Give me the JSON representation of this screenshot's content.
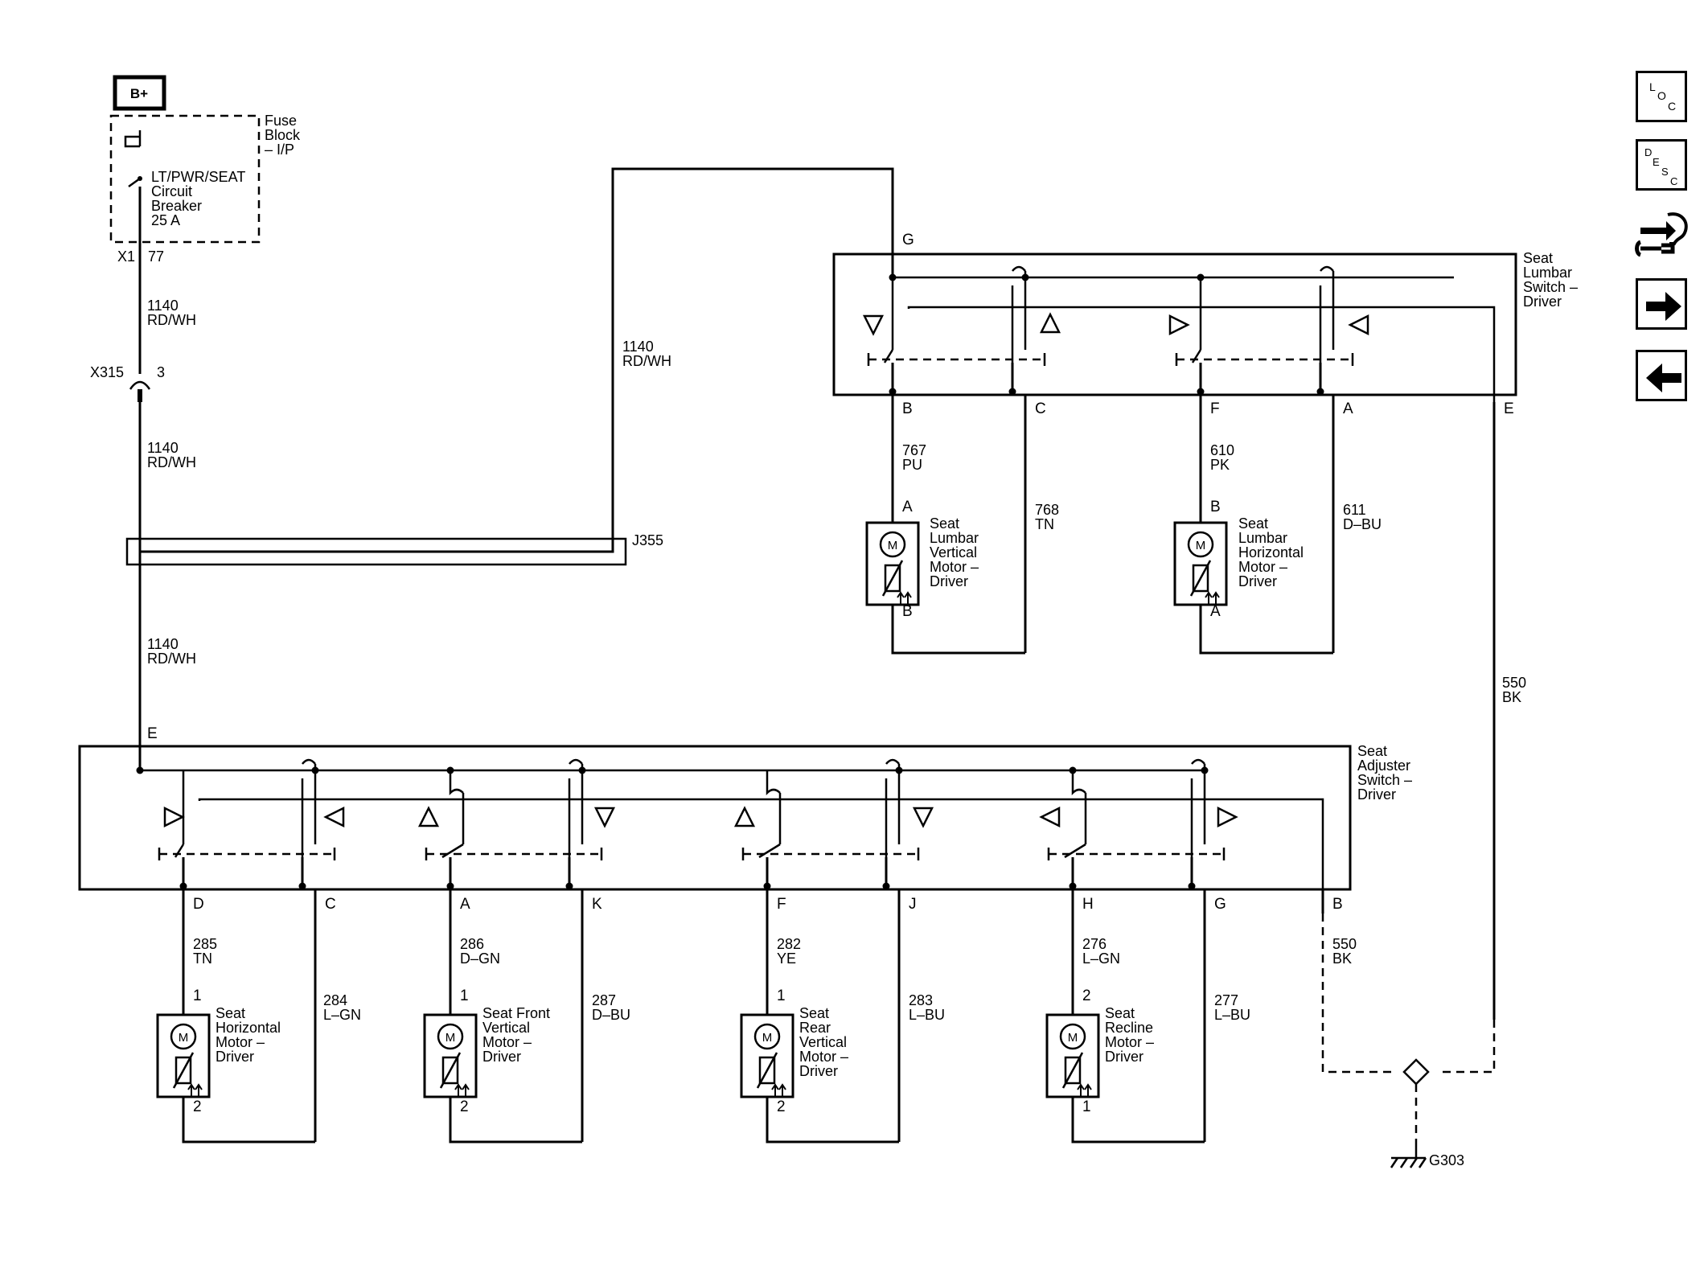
{
  "power": {
    "source": "B+"
  },
  "fuse_block": {
    "name_lines": [
      "Fuse",
      "Block",
      "– I/P"
    ],
    "breaker_lines": [
      "LT/PWR/SEAT",
      "Circuit",
      "Breaker",
      "25 A"
    ],
    "connector": "X1",
    "pin": "77"
  },
  "inline_connector": {
    "id": "X315",
    "pin": "3"
  },
  "splice": {
    "id": "J355"
  },
  "wires": {
    "feed_1": {
      "circuit": "1140",
      "color": "RD/WH"
    },
    "feed_2": {
      "circuit": "1140",
      "color": "RD/WH"
    },
    "feed_3": {
      "circuit": "1140",
      "color": "RD/WH"
    },
    "feed_lumbar": {
      "circuit": "1140",
      "color": "RD/WH"
    }
  },
  "lumbar_switch": {
    "name_lines": [
      "Seat",
      "Lumbar",
      "Switch –",
      "Driver"
    ],
    "input_pin": "G",
    "pins": [
      "B",
      "C",
      "F",
      "A",
      "E"
    ],
    "wires": [
      {
        "circuit": "767",
        "color": "PU"
      },
      {
        "circuit": "768",
        "color": "TN"
      },
      {
        "circuit": "610",
        "color": "PK"
      },
      {
        "circuit": "611",
        "color": "D–BU"
      },
      {
        "circuit": "550",
        "color": "BK"
      }
    ],
    "motors": [
      {
        "name_lines": [
          "Seat",
          "Lumbar",
          "Vertical",
          "Motor –",
          "Driver"
        ],
        "pin_top": "A",
        "pin_bottom": "B",
        "glyph": "M"
      },
      {
        "name_lines": [
          "Seat",
          "Lumbar",
          "Horizontal",
          "Motor –",
          "Driver"
        ],
        "pin_top": "B",
        "pin_bottom": "A",
        "glyph": "M"
      }
    ]
  },
  "adjuster_switch": {
    "name_lines": [
      "Seat",
      "Adjuster",
      "Switch –",
      "Driver"
    ],
    "input_pin": "E",
    "pins": [
      "D",
      "C",
      "A",
      "K",
      "F",
      "J",
      "H",
      "G",
      "B"
    ],
    "wires": [
      {
        "circuit": "285",
        "color": "TN"
      },
      {
        "circuit": "284",
        "color": "L–GN"
      },
      {
        "circuit": "286",
        "color": "D–GN"
      },
      {
        "circuit": "287",
        "color": "D–BU"
      },
      {
        "circuit": "282",
        "color": "YE"
      },
      {
        "circuit": "283",
        "color": "L–BU"
      },
      {
        "circuit": "276",
        "color": "L–GN"
      },
      {
        "circuit": "277",
        "color": "L–BU"
      },
      {
        "circuit": "550",
        "color": "BK"
      }
    ],
    "motors": [
      {
        "name_lines": [
          "Seat",
          "Horizontal",
          "Motor –",
          "Driver"
        ],
        "pin_top": "1",
        "pin_bottom": "2",
        "glyph": "M"
      },
      {
        "name_lines": [
          "Seat Front",
          "Vertical",
          "Motor –",
          "Driver"
        ],
        "pin_top": "1",
        "pin_bottom": "2",
        "glyph": "M"
      },
      {
        "name_lines": [
          "Seat",
          "Rear",
          "Vertical",
          "Motor –",
          "Driver"
        ],
        "pin_top": "1",
        "pin_bottom": "2",
        "glyph": "M"
      },
      {
        "name_lines": [
          "Seat",
          "Recline",
          "Motor –",
          "Driver"
        ],
        "pin_top": "2",
        "pin_bottom": "1",
        "glyph": "M"
      }
    ]
  },
  "ground": {
    "id": "G303"
  },
  "nav": {
    "loc": {
      "letters": [
        "L",
        "O",
        "C"
      ]
    },
    "desc": {
      "letters": [
        "D",
        "E",
        "S",
        "C"
      ]
    },
    "icons": [
      "connector-tools-icon",
      "arrow-right-icon",
      "arrow-left-icon"
    ]
  }
}
